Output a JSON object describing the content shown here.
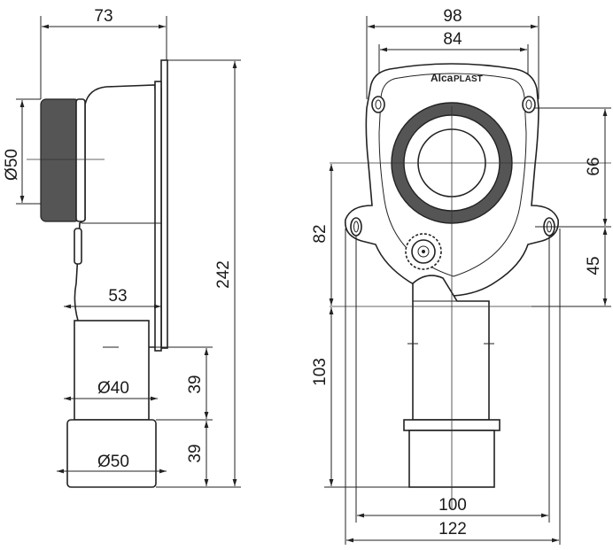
{
  "brand": {
    "name_part1": "Alca",
    "name_part2": "PLAST"
  },
  "side_view": {
    "dim_top_width": "73",
    "dim_inlet_diameter": "Ø50",
    "dim_total_height": "242",
    "dim_offset": "53",
    "dim_pipe_diameter": "Ø40",
    "dim_outlet_diameter": "Ø50",
    "dim_upper_tail": "39",
    "dim_lower_tail": "39"
  },
  "front_view": {
    "dim_outer_top": "98",
    "dim_inner_top": "84",
    "dim_right_upper": "66",
    "dim_right_lower": "45",
    "dim_left_upper": "82",
    "dim_left_lower": "103",
    "dim_bottom_inner": "100",
    "dim_bottom_outer": "122"
  }
}
